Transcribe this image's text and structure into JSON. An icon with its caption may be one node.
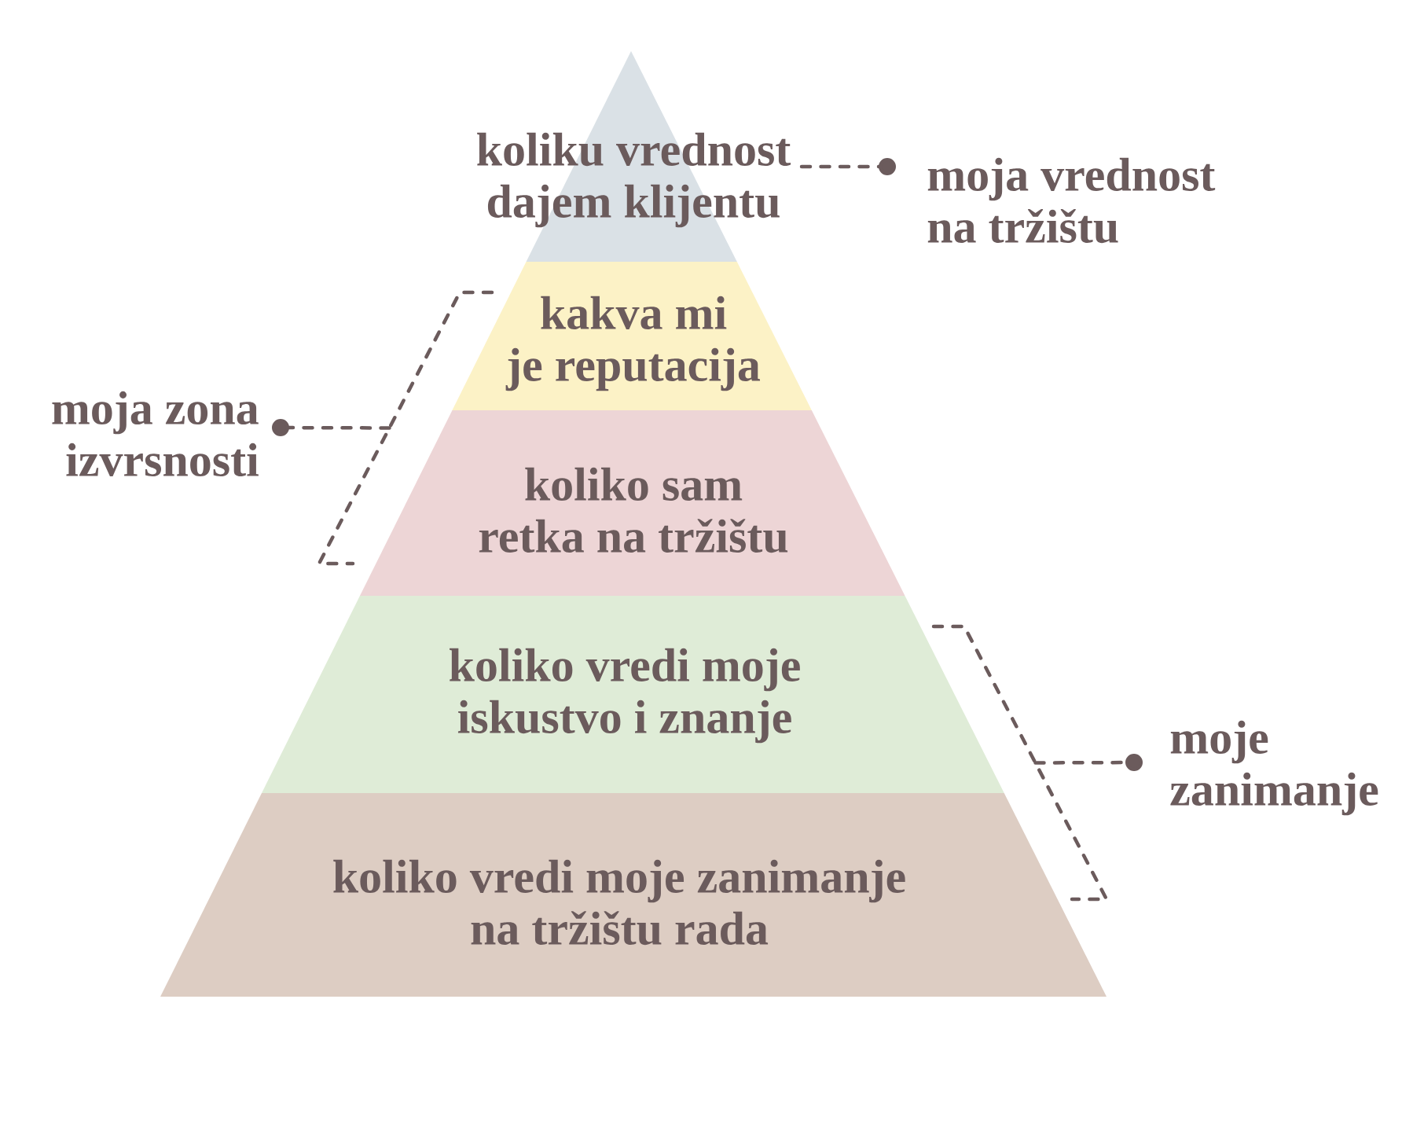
{
  "diagram": {
    "nodes": [
      {
        "text": [
          "koliku vrednost dajem klijentu"
        ]
      },
      {
        "text": [
          "kakva mi je reputacija"
        ]
      },
      {
        "text": [
          "koliko sam retka na tržištu"
        ]
      },
      {
        "text": [
          "koliko vredi moje iskustvo i znanje"
        ]
      },
      {
        "text": [
          "koliko vredi moje zanimanje na tržištu rada"
        ]
      },
      {
        "text": [
          "moja vrednost na tržištu"
        ]
      },
      {
        "text": [
          "moja zona izvrsnosti"
        ]
      },
      {
        "text": [
          "moje zanimanje"
        ]
      },
      {
        "text": [],
        "shape": "bracket"
      },
      {
        "text": [],
        "shape": "bracket"
      }
    ],
    "edges": [
      {
        "from": 0,
        "to": 5,
        "arrow": "other",
        "style": "dashed"
      },
      {
        "from": 8,
        "to": 6,
        "arrow": "other",
        "style": "dashed"
      },
      {
        "from": 9,
        "to": 7,
        "arrow": "other",
        "style": "dashed"
      }
    ]
  }
}
